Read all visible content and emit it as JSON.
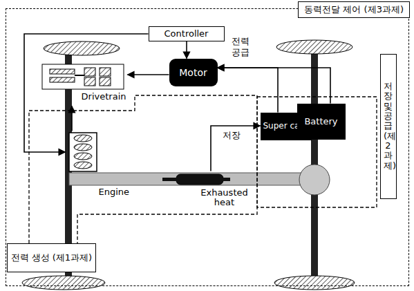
{
  "diagram": {
    "nodes": [
      {
        "text": [
          "동력전달 제어 (제3과제)"
        ]
      },
      {
        "text": [
          "Controller"
        ],
        "in": 0
      },
      {
        "text": [
          "Motor"
        ],
        "in": 0
      },
      {
        "text": [
          "Drivetrain"
        ],
        "in": 0
      },
      {
        "text": [
          "Engine"
        ],
        "in": 0
      },
      {
        "text": [
          "Exhausted heat"
        ],
        "in": 0
      },
      {
        "text": [
          "Super caps"
        ],
        "in": 0
      },
      {
        "text": [
          "Battery"
        ],
        "in": 0
      },
      {
        "text": [
          "전력 생성 (제1과제)"
        ],
        "in": 0
      },
      {
        "text": [
          "저장 및 공급 (제2과제)"
        ],
        "in": 0
      }
    ],
    "edges": [
      {
        "from": 1,
        "to": 2,
        "arrow": "to"
      },
      {
        "from": 1,
        "to": 4,
        "arrow": "to"
      },
      {
        "from": 2,
        "to": 3,
        "arrow": "to"
      },
      {
        "from": 4,
        "to": 3,
        "arrow": "to"
      },
      {
        "from": 5,
        "to": 6,
        "label": "저장",
        "arrow": "to"
      },
      {
        "from": 7,
        "to": 2,
        "label": "전력 공급",
        "arrow": "to"
      },
      {
        "from": 6,
        "to": 2,
        "arrow": "to"
      }
    ]
  }
}
